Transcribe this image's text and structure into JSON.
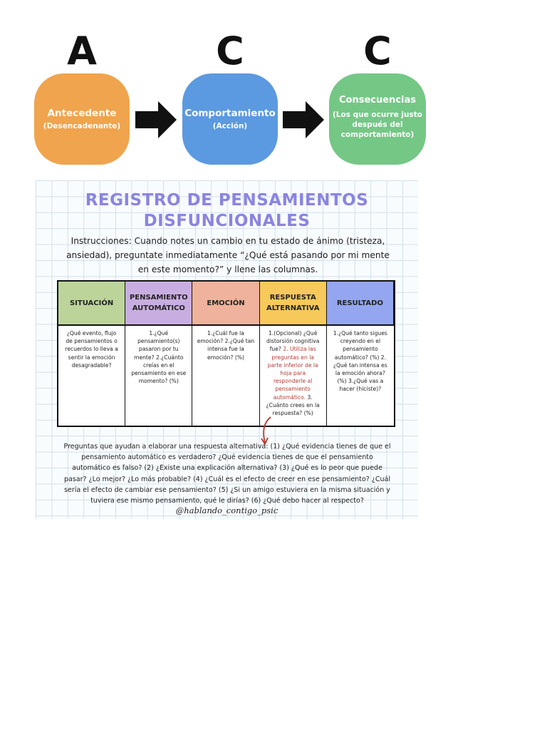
{
  "abc": {
    "letters": [
      "A",
      "C",
      "C"
    ],
    "steps": [
      {
        "title": "Antecedente",
        "subtitle": "(Desencadenante)",
        "color": "#efa44d"
      },
      {
        "title": "Comportamiento",
        "subtitle": "(Acción)",
        "color": "#5b99e0"
      },
      {
        "title": "Consecuencias",
        "subtitle": "(Los que ocurre justo después del comportamiento)",
        "color": "#75c786"
      }
    ],
    "arrow_icon": "right-arrow-icon"
  },
  "worksheet": {
    "title_line1": "REGISTRO DE PENSAMIENTOS",
    "title_line2": "DISFUNCIONALES",
    "title_color": "#8b84e0",
    "instructions": "Instrucciones: Cuando notes un cambio en tu estado de ánimo (tristeza, ansiedad), preguntate inmediatamente “¿Qué está pasando por mi mente en este momento?” y llene las columnas.",
    "columns": [
      {
        "header": "SITUACIÓN",
        "color": "#bcd49a",
        "body": "¿Qué evento, flujo de pensamientos o recuerdos lo lleva a sentir la emoción desagradable?"
      },
      {
        "header": "PENSAMIENTO AUTOMÁTICO",
        "color": "#c8aee0",
        "body": "1.¿Qué pensamiento(s) pasaron por tu mente? 2.¿Cuánto creías en el pensamiento en ese momento? (%)"
      },
      {
        "header": "EMOCIÓN",
        "color": "#efb29c",
        "body": "1.¿Cuál fue la emoción? 2.¿Qué tan intensa fue la emoción? (%)"
      },
      {
        "header": "RESPUESTA ALTERNATIVA",
        "color": "#f6c95a",
        "body_part1": "1.(Opcional) ¿Qué distorsión cognitiva fue?",
        "body_part2": "2. Utiliza las preguntas en la parte inferior de la hoja para responderle al pensamiento automático.",
        "body_part3": "3.¿Cuánto crees en la respuesta? (%)",
        "highlight_color": "#b23a2f"
      },
      {
        "header": "RESULTADO",
        "color": "#94a6f0",
        "body": "1.¿Qué tanto sigues creyendo en el pensamiento automático? (%) 2.¿Qué tan intensa es la emoción ahora? (%) 3.¿Qué vas a hacer (hiciste)?"
      }
    ],
    "questions": "Preguntas que ayudan a elaborar una respuesta alternativa: (1) ¿Qué evidencia tienes de que el pensamiento automático es verdadero? ¿Qué evidencia tienes de que el pensamiento automático es falso? (2) ¿Existe una explicación alternativa? (3) ¿Qué es lo peor que puede pasar? ¿Lo mejor? ¿Lo más probable? (4) ¿Cuál es el efecto de creer en ese pensamiento? ¿Cuál sería el efecto de cambiar ese pensamiento? (5) ¿Si un amigo estuviera en la misma situación y tuviera ese mismo pensamiento, qué le dirías? (6) ¿Qué debo hacer al respecto?",
    "handle": "@hablando_contigo_psic"
  }
}
